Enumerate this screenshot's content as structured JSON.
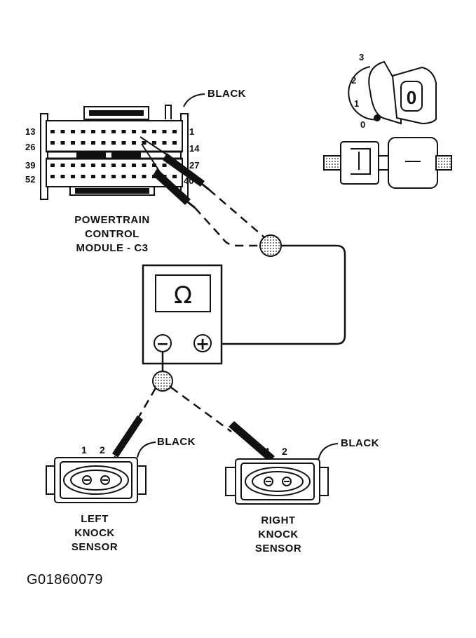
{
  "labels": {
    "pcm_connector_color": "BLACK",
    "pcm_title_line1": "POWERTRAIN",
    "pcm_title_line2": "CONTROL",
    "pcm_title_line3": "MODULE - C3",
    "left_connector_color": "BLACK",
    "right_connector_color": "BLACK",
    "left_sensor_line1": "LEFT",
    "left_sensor_line2": "KNOCK",
    "left_sensor_line3": "SENSOR",
    "right_sensor_line1": "RIGHT",
    "right_sensor_line2": "KNOCK",
    "right_sensor_line3": "SENSOR",
    "figure_id": "G01860079"
  },
  "pcm_pins": {
    "row1_left": "13",
    "row2_left": "26",
    "row3_left": "39",
    "row4_left": "52",
    "row1_right": "1",
    "row2_right": "14",
    "row3_right": "27",
    "row4_right": "40"
  },
  "ignition": {
    "positions": [
      "3",
      "2",
      "1",
      "0"
    ],
    "key_position": "0"
  },
  "meter": {
    "symbol": "Ω",
    "negative_terminal": "−",
    "positive_terminal": "+"
  },
  "sensor_pins": {
    "left": [
      "1",
      "2"
    ],
    "right": [
      "1",
      "2"
    ]
  }
}
